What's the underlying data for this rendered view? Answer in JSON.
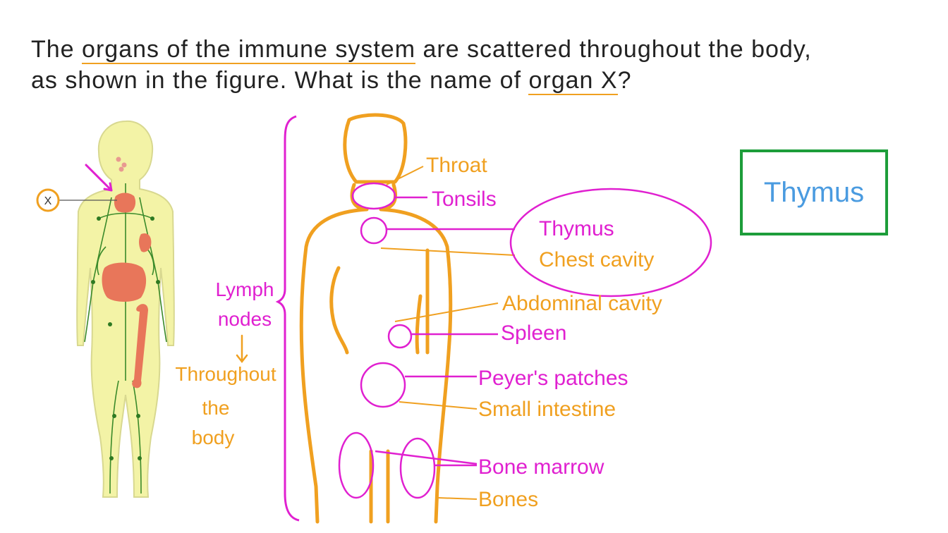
{
  "question": {
    "line1_a": "The ",
    "line1_underlined": "organs of the immune system",
    "line1_b": " are scattered throughout the body,",
    "line2_a": "as shown in the figure. What is the name of ",
    "line2_underlined": "organ X",
    "line2_b": "?"
  },
  "figure": {
    "marker_label": "X"
  },
  "annotations": {
    "throat": "Throat",
    "tonsils": "Tonsils",
    "thymus": "Thymus",
    "chest_cavity": "Chest cavity",
    "abdominal_cavity": "Abdominal cavity",
    "spleen": "Spleen",
    "peyers_patches": "Peyer's patches",
    "small_intestine": "Small intestine",
    "bone_marrow": "Bone marrow",
    "bones": "Bones",
    "lymph": "Lymph",
    "nodes": "nodes",
    "throughout": "Throughout",
    "the": "the",
    "body": "body"
  },
  "answer": "Thymus",
  "colors": {
    "orange": "#f0a020",
    "magenta": "#e020d0",
    "green_box": "#1d9d3a",
    "answer_blue": "#4a9be0",
    "body_fill": "#f3f3a6",
    "lymph_green": "#3a8a2a",
    "organ_red": "#e8765a"
  }
}
